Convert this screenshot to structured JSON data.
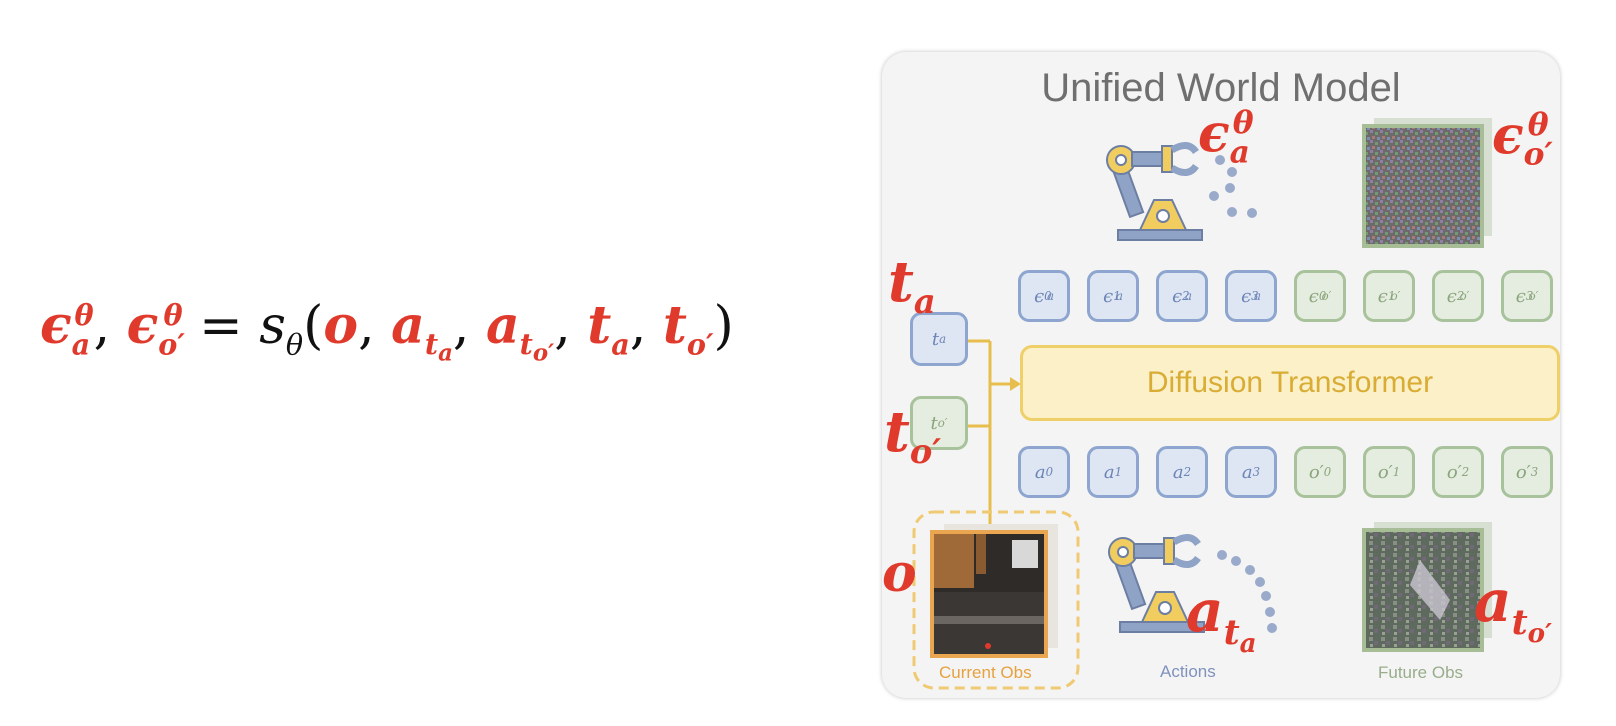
{
  "panel": {
    "title": "Unified World Model"
  },
  "transformer": {
    "label": "Diffusion Transformer"
  },
  "captions": {
    "current_obs": "Current Obs",
    "actions": "Actions",
    "future_obs": "Future Obs"
  },
  "colors": {
    "annotation_red": "#e03a2c",
    "action_token_blue": "#8ea6cf",
    "obs_token_green": "#a8c29b",
    "transformer_yellow": "#efcf67",
    "current_obs_orange": "#e9a54f"
  },
  "icons": [
    "robot-arm-icon",
    "noise-image-icon",
    "kitchen-photo-icon"
  ]
}
